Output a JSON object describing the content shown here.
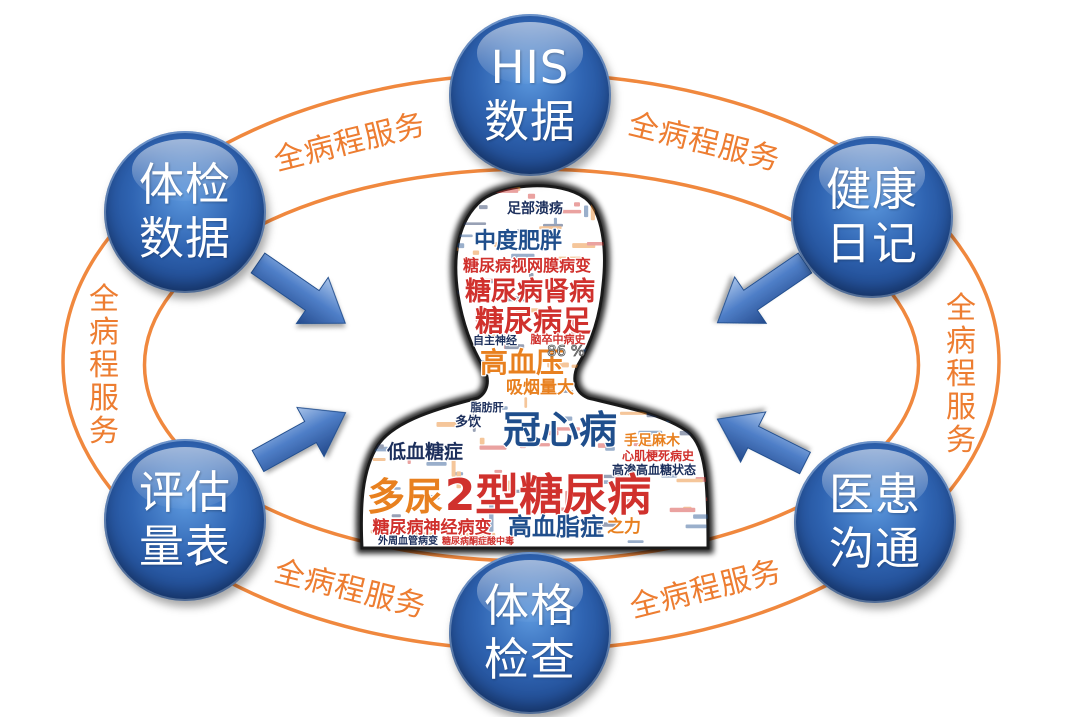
{
  "nodes": {
    "his": {
      "line1": "HIS",
      "line2": "数据"
    },
    "physical_exam_data": {
      "line1": "体检",
      "line2": "数据"
    },
    "health_diary": {
      "line1": "健康",
      "line2": "日记"
    },
    "assessment_scales": {
      "line1": "评估",
      "line2": "量表"
    },
    "doctor_patient_communication": {
      "line1": "医患",
      "line2": "沟通"
    },
    "physical_check": {
      "line1": "体格",
      "line2": "检查"
    }
  },
  "service_labels": {
    "top_left": "全病程服务",
    "top_right": "全病程服务",
    "left": "全病程服务",
    "right": "全病程服务",
    "bottom_left": "全病程服务",
    "bottom_right": "全病程服务"
  },
  "word_cloud": {
    "overlay_text": "86 %",
    "words": [
      "足部溃疡",
      "中度肥胖",
      "糖尿病视网膜病变",
      "糖尿病肾病",
      "糖尿病足",
      "自主神经",
      "脑卒中病史",
      "高血压",
      "吸烟量大",
      "脂肪肝",
      "多饮",
      "冠心病",
      "手足麻木",
      "心肌梗死病史",
      "低血糖症",
      "高渗高血糖状态",
      "多尿",
      "2型糖尿病",
      "糖尿病神经病变",
      "高血脂症",
      "之力",
      "外周血管病变",
      "糖尿病酮症酸中毒"
    ]
  },
  "colors": {
    "node_blue": "#2f64b2",
    "service_text_orange": "#ed7d31",
    "cycle_ring_orange": "#f0883e",
    "arrow_blue": "#4f7fc8"
  }
}
